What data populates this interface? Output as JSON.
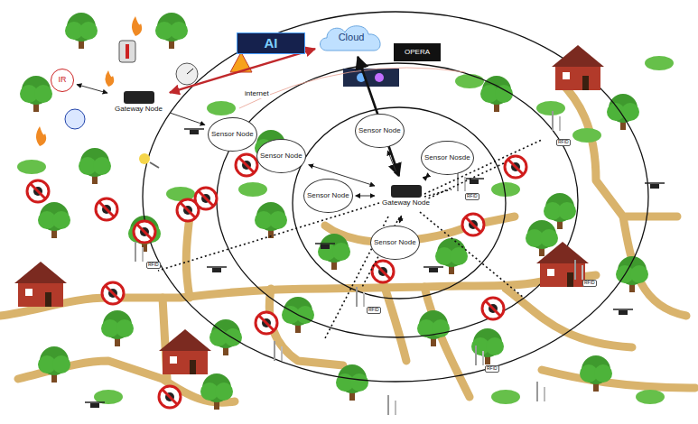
{
  "diagram": {
    "nodes": [
      {
        "text": [
          "AI"
        ]
      },
      {
        "text": [
          "Cloud"
        ]
      },
      {
        "text": [
          "OPERA"
        ]
      },
      {
        "text": [
          "IR"
        ]
      },
      {
        "text": [
          "Gateway Node"
        ]
      },
      {
        "text": [
          "Sensor Node"
        ]
      },
      {
        "text": [
          "Sensor Node"
        ]
      },
      {
        "text": [
          "Sensor Node"
        ]
      },
      {
        "text": [
          "Sensor Node"
        ]
      },
      {
        "text": [
          "Sensor Nosde"
        ]
      },
      {
        "text": [
          "Gateway Node"
        ]
      },
      {
        "text": [
          "Sensor Node"
        ]
      }
    ],
    "edges": [
      {
        "from": 4,
        "to": 1,
        "arrow": "both"
      },
      {
        "from": 10,
        "to": 1,
        "arrow": "both"
      },
      {
        "from": 3,
        "to": 4,
        "arrow": "both"
      },
      {
        "from": 4,
        "to": 5,
        "arrow": "to"
      },
      {
        "from": 6,
        "to": 10,
        "arrow": "both"
      },
      {
        "from": 7,
        "to": 10,
        "arrow": "both"
      },
      {
        "from": 8,
        "to": 10,
        "arrow": "both"
      },
      {
        "from": 9,
        "to": 10,
        "arrow": "both"
      },
      {
        "from": 11,
        "to": 10,
        "arrow": "both"
      }
    ],
    "labels": [
      "internet",
      "RFID",
      "RFID",
      "RFID",
      "RFID",
      "RFID",
      "RFID"
    ]
  }
}
